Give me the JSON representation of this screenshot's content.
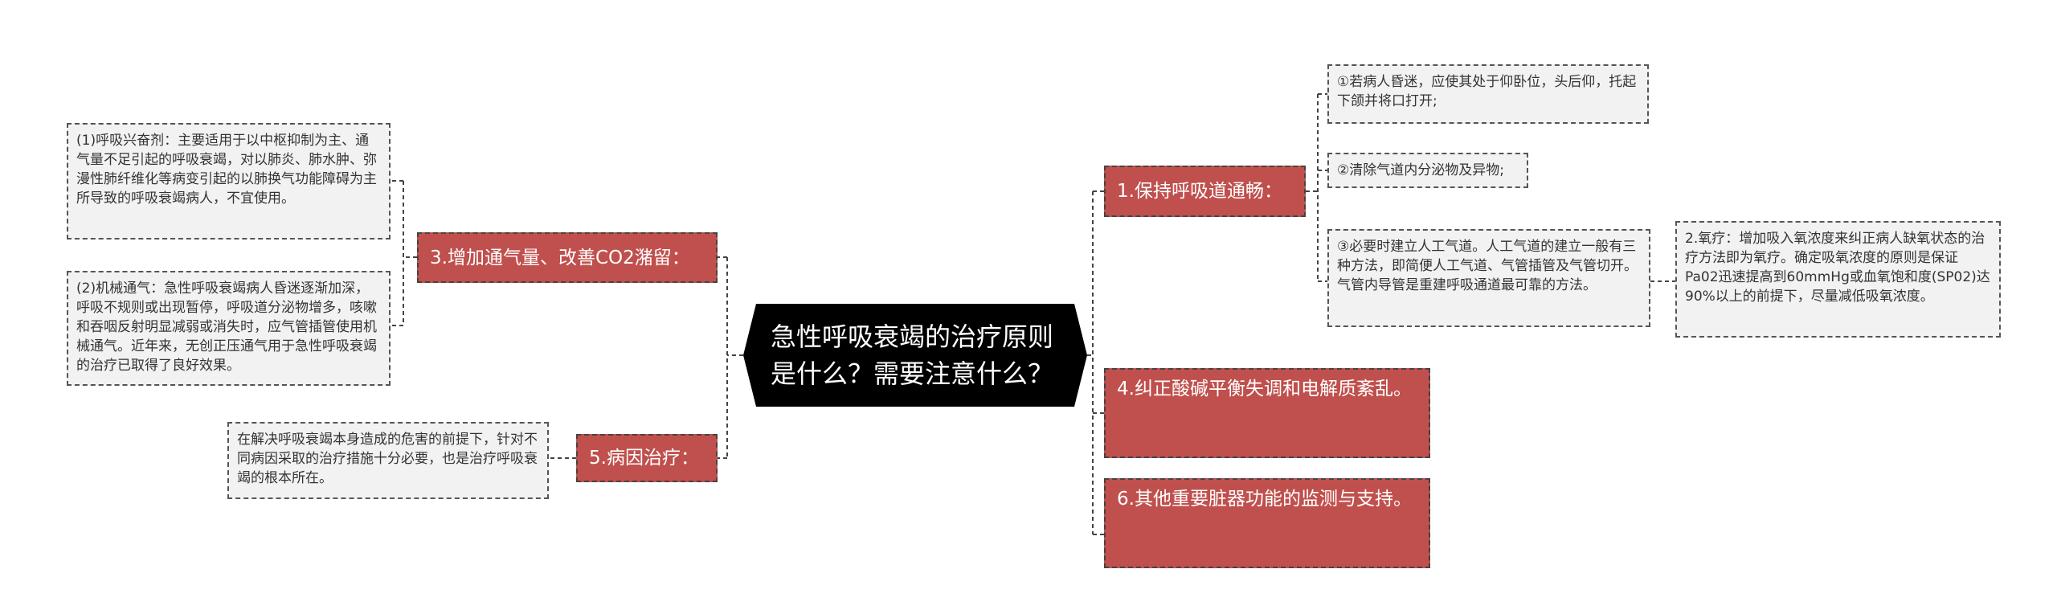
{
  "center": {
    "title": "急性呼吸衰竭的治疗原则是什么？需要注意什么？"
  },
  "branches": {
    "b1": {
      "label": "1.保持呼吸道通畅："
    },
    "b1a": {
      "text": "①若病人昏迷，应使其处于仰卧位，头后仰，托起下颌并将口打开;"
    },
    "b1b": {
      "text": "②清除气道内分泌物及异物;"
    },
    "b1c": {
      "text": "③必要时建立人工气道。人工气道的建立一般有三种方法，即简便人工气道、气管插管及气管切开。气管内导管是重建呼吸通道最可靠的方法。"
    },
    "b2": {
      "text": "2.氧疗：增加吸入氧浓度来纠正病人缺氧状态的治疗方法即为氧疗。确定吸氧浓度的原则是保证Pa02迅速提高到60mmHg或血氧饱和度(SP02)达90%以上的前提下，尽量减低吸氧浓度。"
    },
    "b4": {
      "label": "4.纠正酸碱平衡失调和电解质紊乱。"
    },
    "b6": {
      "label": "6.其他重要脏器功能的监测与支持。"
    },
    "b3": {
      "label": "3.增加通气量、改善CO2潴留："
    },
    "b3a": {
      "text": "(1)呼吸兴奋剂：主要适用于以中枢抑制为主、通气量不足引起的呼吸衰竭，对以肺炎、肺水肿、弥漫性肺纤维化等病变引起的以肺换气功能障碍为主所导致的呼吸衰竭病人，不宜使用。"
    },
    "b3b": {
      "text": "(2)机械通气：急性呼吸衰竭病人昏迷逐渐加深，呼吸不规则或出现暂停，呼吸道分泌物增多，咳嗽和吞咽反射明显减弱或消失时，应气管插管使用机械通气。近年来，无创正压通气用于急性呼吸衰竭的治疗已取得了良好效果。"
    },
    "b5": {
      "label": "5.病因治疗："
    },
    "b5a": {
      "text": "在解决呼吸衰竭本身造成的危害的前提下，针对不同病因采取的治疗措施十分必要，也是治疗呼吸衰竭的根本所在。"
    }
  },
  "colors": {
    "branch": "#c0504d",
    "center": "#000000",
    "leaf_bg": "#f2f2f2",
    "line": "#555555"
  }
}
